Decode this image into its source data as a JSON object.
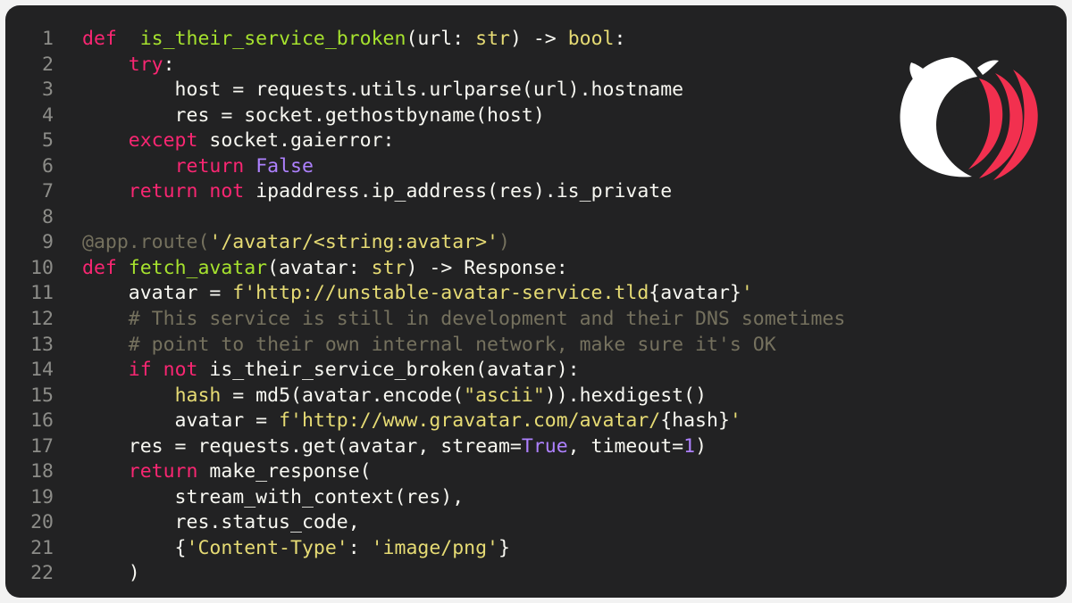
{
  "editor": {
    "language": "python",
    "theme_colors": {
      "background": "#222223",
      "keyword": "#f92672",
      "function": "#a6e22e",
      "string_type": "#e6db74",
      "comment": "#75715e",
      "constant": "#ae81ff",
      "text": "#f8f8f2",
      "line_number": "#8c8c88"
    },
    "lines": [
      {
        "n": "1",
        "tokens": [
          [
            "k",
            "def"
          ],
          [
            "",
            "  "
          ],
          [
            "f",
            "is_their_service_broken"
          ],
          [
            "",
            "(url: "
          ],
          [
            "t",
            "str"
          ],
          [
            "",
            ") -> "
          ],
          [
            "t",
            "bool"
          ],
          [
            "",
            ":"
          ]
        ]
      },
      {
        "n": "2",
        "tokens": [
          [
            "",
            "    "
          ],
          [
            "k",
            "try"
          ],
          [
            "",
            ":"
          ]
        ]
      },
      {
        "n": "3",
        "tokens": [
          [
            "",
            "        host = requests.utils.urlparse(url).hostname"
          ]
        ]
      },
      {
        "n": "4",
        "tokens": [
          [
            "",
            "        res = socket.gethostbyname(host)"
          ]
        ]
      },
      {
        "n": "5",
        "tokens": [
          [
            "",
            "    "
          ],
          [
            "k",
            "except"
          ],
          [
            "",
            " socket.gaierror:"
          ]
        ]
      },
      {
        "n": "6",
        "tokens": [
          [
            "",
            "        "
          ],
          [
            "k",
            "return"
          ],
          [
            "",
            " "
          ],
          [
            "p",
            "False"
          ]
        ]
      },
      {
        "n": "7",
        "tokens": [
          [
            "",
            "    "
          ],
          [
            "k",
            "return"
          ],
          [
            "",
            " "
          ],
          [
            "k",
            "not"
          ],
          [
            "",
            " ipaddress.ip_address(res).is_private"
          ]
        ]
      },
      {
        "n": "8",
        "tokens": [
          [
            "",
            ""
          ]
        ]
      },
      {
        "n": "9",
        "tokens": [
          [
            "c",
            "@app.route("
          ],
          [
            "t",
            "'/avatar/<string:avatar>'"
          ],
          [
            "c",
            ")"
          ]
        ]
      },
      {
        "n": "10",
        "tokens": [
          [
            "k",
            "def"
          ],
          [
            "",
            " "
          ],
          [
            "f",
            "fetch_avatar"
          ],
          [
            "",
            "(avatar: "
          ],
          [
            "t",
            "str"
          ],
          [
            "",
            ") -> Response:"
          ]
        ]
      },
      {
        "n": "11",
        "tokens": [
          [
            "",
            "    avatar = "
          ],
          [
            "t",
            "f'http://unstable-avatar-service.tld"
          ],
          [
            "",
            "{avatar}"
          ],
          [
            "t",
            "'"
          ]
        ]
      },
      {
        "n": "12",
        "tokens": [
          [
            "c",
            "    # This service is still in development and their DNS sometimes"
          ]
        ]
      },
      {
        "n": "13",
        "tokens": [
          [
            "c",
            "    # point to their own internal network, make sure it's OK"
          ]
        ]
      },
      {
        "n": "14",
        "tokens": [
          [
            "",
            "    "
          ],
          [
            "k",
            "if"
          ],
          [
            "",
            " "
          ],
          [
            "k",
            "not"
          ],
          [
            "",
            " is_their_service_broken(avatar):"
          ]
        ]
      },
      {
        "n": "15",
        "tokens": [
          [
            "",
            "        "
          ],
          [
            "t",
            "hash"
          ],
          [
            "",
            " = md5(avatar.encode("
          ],
          [
            "t",
            "\"ascii\""
          ],
          [
            "",
            "))"
          ],
          [
            "",
            "."
          ],
          [
            "",
            "hexdigest()"
          ]
        ]
      },
      {
        "n": "16",
        "tokens": [
          [
            "",
            "        avatar = "
          ],
          [
            "t",
            "f'http://www.gravatar.com/avatar/"
          ],
          [
            "",
            "{hash}"
          ],
          [
            "t",
            "'"
          ]
        ]
      },
      {
        "n": "17",
        "tokens": [
          [
            "",
            "    res = requests.get(avatar, stream="
          ],
          [
            "p",
            "True"
          ],
          [
            "",
            ", timeout="
          ],
          [
            "p",
            "1"
          ],
          [
            "",
            ")"
          ]
        ]
      },
      {
        "n": "18",
        "tokens": [
          [
            "",
            "    "
          ],
          [
            "k",
            "return"
          ],
          [
            "",
            " make_response("
          ]
        ]
      },
      {
        "n": "19",
        "tokens": [
          [
            "",
            "        stream_with_context(res),"
          ]
        ]
      },
      {
        "n": "20",
        "tokens": [
          [
            "",
            "        res.status_code,"
          ]
        ]
      },
      {
        "n": "21",
        "tokens": [
          [
            "",
            "        {"
          ],
          [
            "t",
            "'Content-Type'"
          ],
          [
            "",
            ": "
          ],
          [
            "t",
            "'image/png'"
          ],
          [
            "",
            "}"
          ]
        ]
      },
      {
        "n": "22",
        "tokens": [
          [
            "",
            "    )"
          ]
        ]
      }
    ]
  },
  "logo": {
    "icon": "fish-logo-icon",
    "colors": [
      "#ffffff",
      "#f2304f"
    ]
  }
}
